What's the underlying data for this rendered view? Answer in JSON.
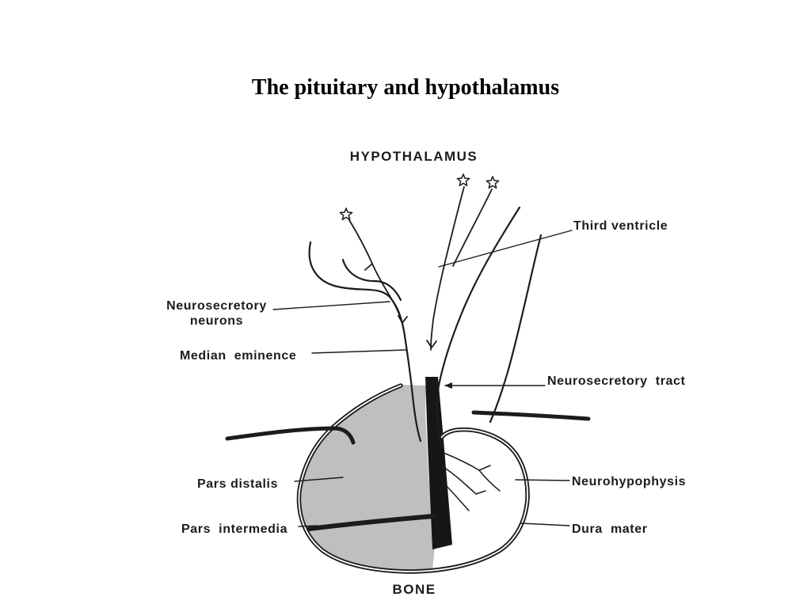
{
  "page": {
    "title": "The pituitary and hypothalamus"
  },
  "diagram": {
    "heading": "HYPOTHALAMUS",
    "labels": {
      "third_ventricle": "Third ventricle",
      "neurosecretory_neurons": "Neurosecretory\nneurons",
      "median_eminence": "Median  eminence",
      "neurosecretory_tract": "Neurosecretory  tract",
      "pars_distalis": "Pars distalis",
      "neurohypophysis": "Neurohypophysis",
      "pars_intermedia": "Pars  intermedia",
      "dura_mater": "Dura  mater",
      "bone": "BONE"
    }
  },
  "colors": {
    "ink": "#1c1c1c",
    "gland_fill": "#bfbfbf",
    "band_fill": "#161616",
    "background": "#ffffff"
  }
}
